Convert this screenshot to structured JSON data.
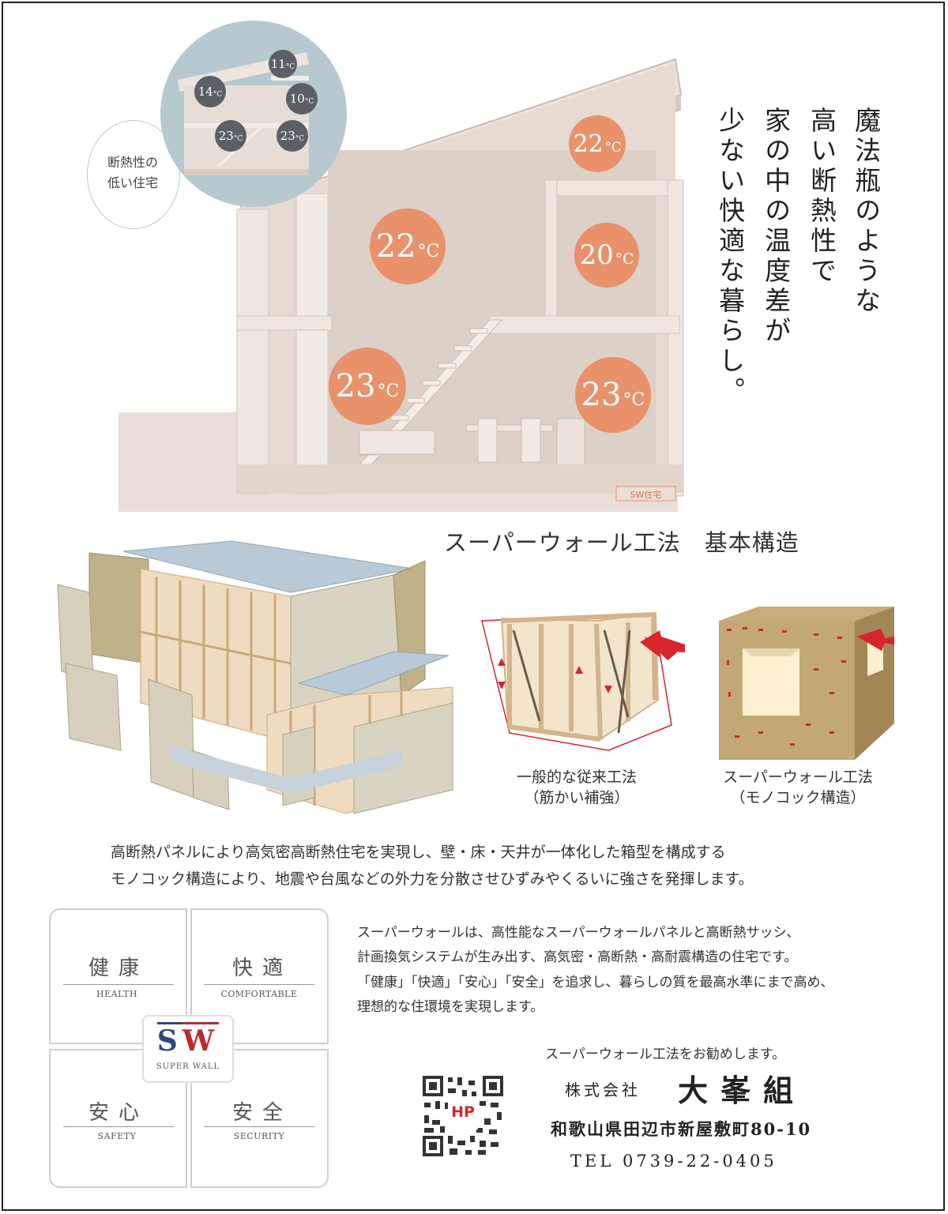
{
  "hero": {
    "vertical_lines": [
      "魔法瓶のような",
      "高い断熱性で",
      "家の中の温度差が",
      "少ない快適な暮らし。"
    ],
    "low_insulation_label": [
      "断熱性の",
      "低い住宅"
    ],
    "sw_label": "SW住宅",
    "temps": [
      {
        "value": "22",
        "unit": "°C"
      },
      {
        "value": "22",
        "unit": "°C"
      },
      {
        "value": "20",
        "unit": "°C"
      },
      {
        "value": "23",
        "unit": "°C"
      },
      {
        "value": "23",
        "unit": "°C"
      }
    ],
    "inset_temps": [
      {
        "value": "11",
        "unit": "°C"
      },
      {
        "value": "14",
        "unit": "°C"
      },
      {
        "value": "10",
        "unit": "°C"
      },
      {
        "value": "23",
        "unit": "°C"
      },
      {
        "value": "23",
        "unit": "°C"
      }
    ]
  },
  "structure": {
    "title": "スーパーウォール工法　基本構造",
    "conventional_caption": [
      "一般的な従来工法",
      "（筋かい補強）"
    ],
    "superwall_caption": [
      "スーパーウォール工法",
      "（モノコック構造）"
    ],
    "description": [
      "高断熱パネルにより高気密高断熱住宅を実現し、壁・床・天井が一体化した箱型を構成する",
      "モノコック構造により、地震や台風などの外力を分散させひずみやくるいに強さを発揮します。"
    ]
  },
  "features": {
    "cells": [
      {
        "jp": "健康",
        "en": "HEALTH"
      },
      {
        "jp": "快適",
        "en": "COMFORTABLE"
      },
      {
        "jp": "安心",
        "en": "SAFETY"
      },
      {
        "jp": "安全",
        "en": "SECURITY"
      }
    ],
    "logo_letters": "SW",
    "logo_sub": "SUPER WALL",
    "paragraph": [
      "スーパーウォールは、高性能なスーパーウォールパネルと高断熱サッシ、",
      "計画換気システムが生み出す、高気密・高断熱・高耐震構造の住宅です。",
      "「健康」「快適」「安心」「安全」を追求し、暮らしの質を最高水準にまで高め、",
      "理想的な住環境を実現します。"
    ]
  },
  "company": {
    "recommend": "スーパーウォール工法をお勧めします。",
    "type": "株式会社",
    "name": "大峯組",
    "address": "和歌山県田辺市新屋敷町80-10",
    "tel": "TEL 0739-22-0405",
    "qr_label": "HP"
  },
  "colors": {
    "bubble": "#e8916a",
    "house_wall": "#e6dad3",
    "inset_bg": "#b5c9cf",
    "logo_blue": "#2b4a7d",
    "logo_red": "#c0282e"
  }
}
